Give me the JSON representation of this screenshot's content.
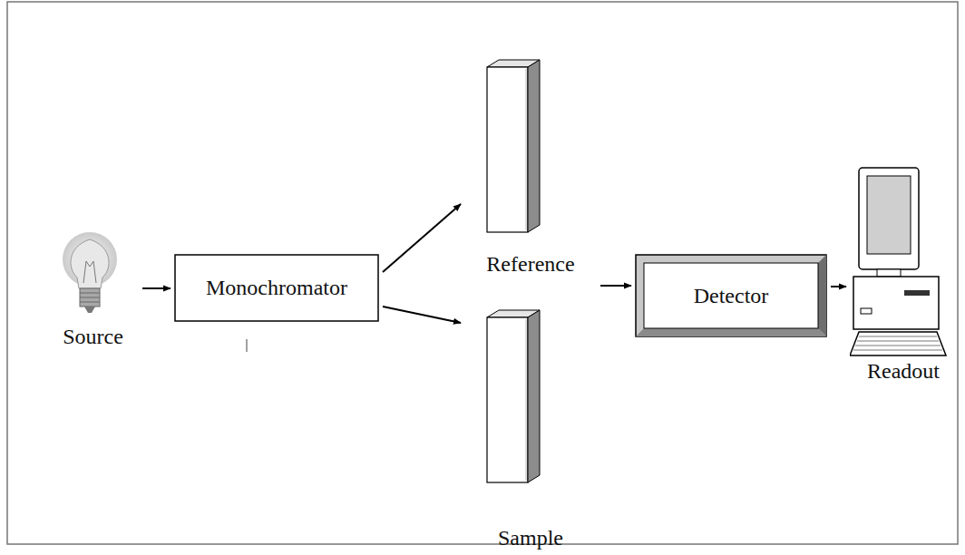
{
  "diagram": {
    "nodes": [
      {
        "text": [
          "Source"
        ]
      },
      {
        "text": [
          "Monochromator"
        ]
      },
      {
        "text": [
          "Reference"
        ]
      },
      {
        "text": [
          "Sample"
        ]
      },
      {
        "text": [
          "Detector"
        ]
      },
      {
        "text": [
          "Readout"
        ]
      }
    ],
    "edges": [
      {
        "from": 0,
        "to": 1,
        "arrow": "to"
      },
      {
        "from": 1,
        "to": 2,
        "arrow": "to"
      },
      {
        "from": 1,
        "to": 3,
        "arrow": "to"
      },
      {
        "from": 2,
        "to": 4,
        "arrow": "to"
      },
      {
        "from": 4,
        "to": 5,
        "arrow": "to"
      }
    ]
  }
}
